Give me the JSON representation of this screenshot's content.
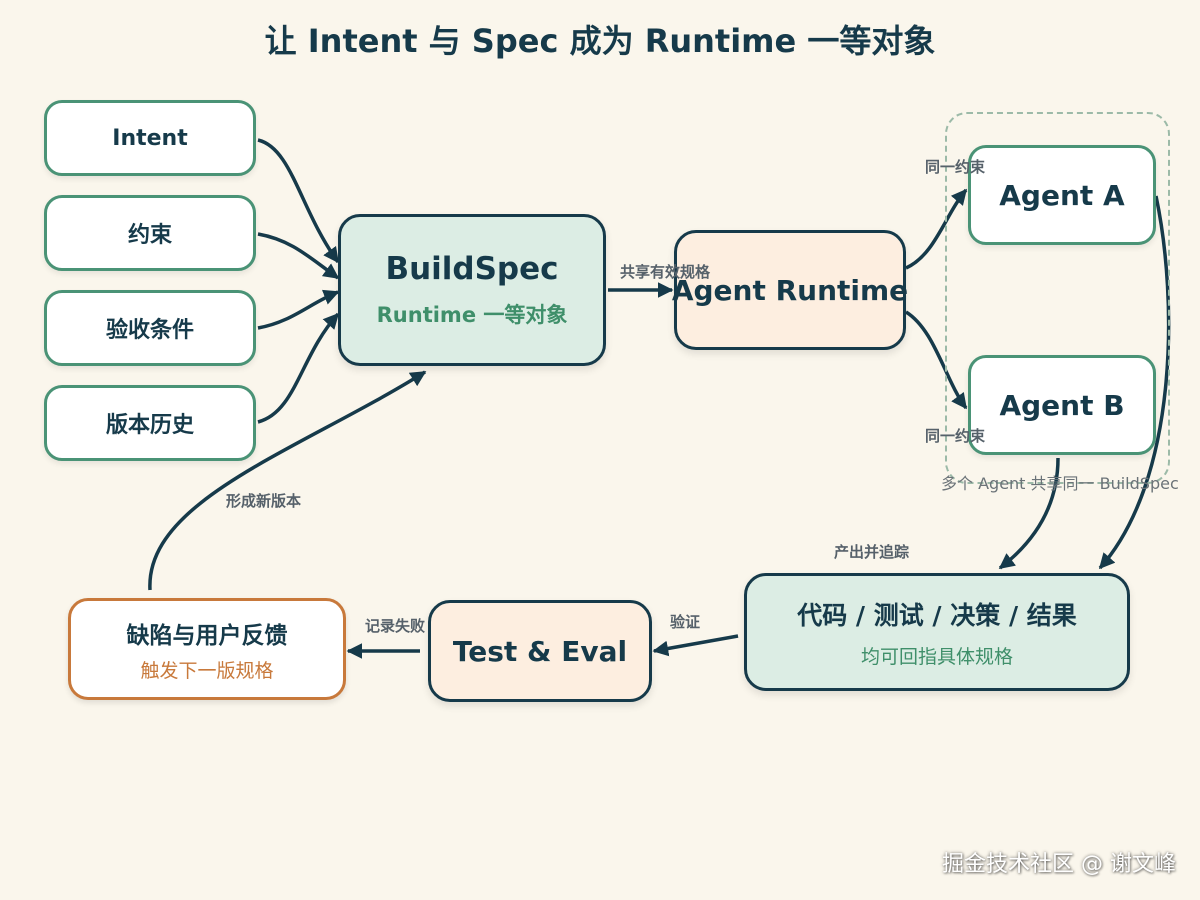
{
  "title": "让 Intent 与 Spec 成为 Runtime 一等对象",
  "inputs": {
    "intent": "Intent",
    "constraints": "约束",
    "acceptance": "验收条件",
    "history": "版本历史"
  },
  "buildspec": {
    "title": "BuildSpec",
    "subtitle": "Runtime 一等对象"
  },
  "runtime": {
    "title": "Agent Runtime"
  },
  "agents": {
    "a": "Agent A",
    "b": "Agent B",
    "group_label": "多个 Agent 共享同一 BuildSpec"
  },
  "artifacts": {
    "title": "代码 / 测试 / 决策 / 结果",
    "subtitle": "均可回指具体规格"
  },
  "test_eval": {
    "title": "Test & Eval"
  },
  "feedback": {
    "title": "缺陷与用户反馈",
    "subtitle": "触发下一版规格"
  },
  "edge_labels": {
    "shared_spec": "共享有效规格",
    "same_constraint_a": "同一约束",
    "same_constraint_b": "同一约束",
    "produce_trace": "产出并追踪",
    "verify": "验证",
    "record_failure": "记录失败",
    "new_version": "形成新版本"
  },
  "watermark": "掘金技术社区 @ 谢文峰",
  "colors": {
    "background": "#faf6ec",
    "navy": "#163a4a",
    "green_border": "#4a9376",
    "green_fill": "#dcede4",
    "peach_fill": "#fdeee0",
    "orange": "#c8793b"
  }
}
